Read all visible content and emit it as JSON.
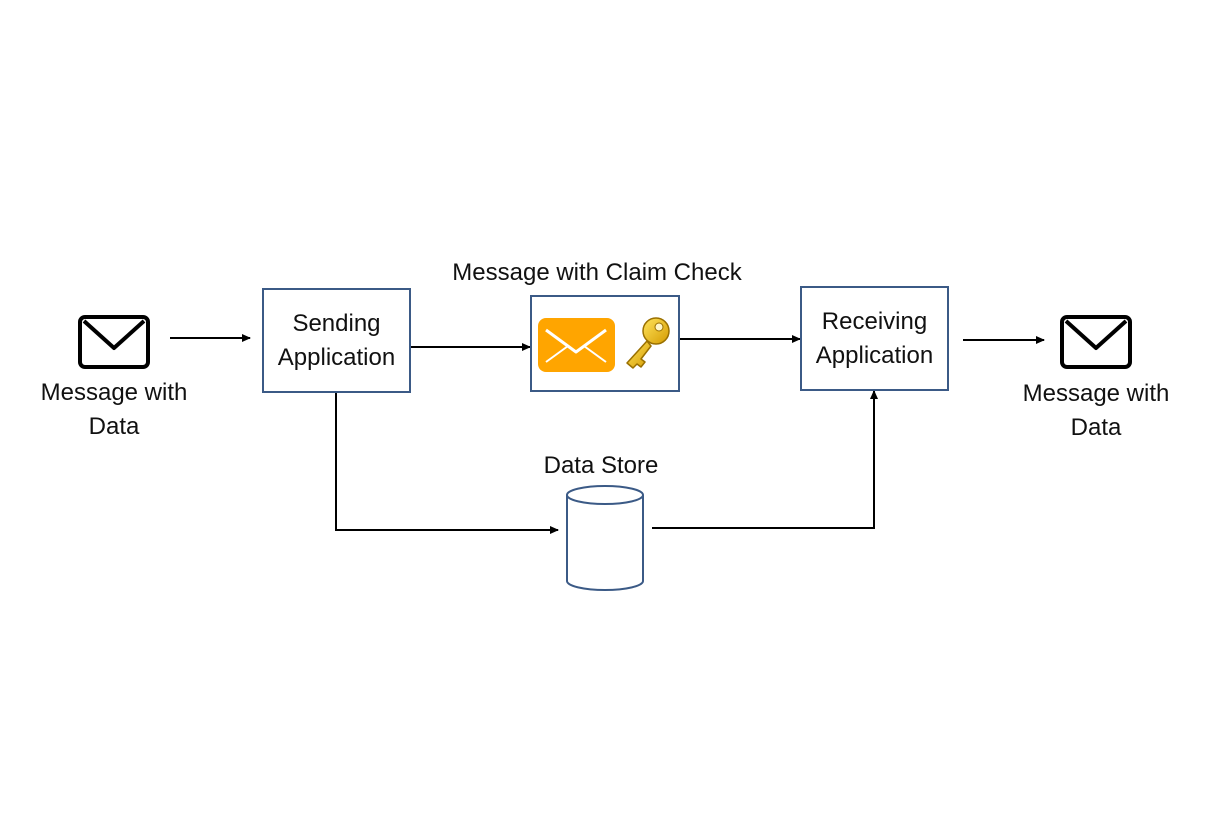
{
  "colors": {
    "box_border": "#3b5a86",
    "arrow": "#000000",
    "claim_envelope": "#ffa500",
    "key": "#f0c419"
  },
  "input_message": {
    "line1": "Message with",
    "line2": "Data",
    "icon": "envelope-icon"
  },
  "sending_application": {
    "line1": "Sending",
    "line2": "Application"
  },
  "claim_check_message": {
    "label": "Message with Claim Check",
    "icons": [
      "orange-envelope-icon",
      "key-icon"
    ]
  },
  "receiving_application": {
    "line1": "Receiving",
    "line2": "Application"
  },
  "output_message": {
    "line1": "Message with",
    "line2": "Data",
    "icon": "envelope-icon"
  },
  "data_store": {
    "label": "Data Store",
    "icon": "cylinder-database-icon"
  }
}
